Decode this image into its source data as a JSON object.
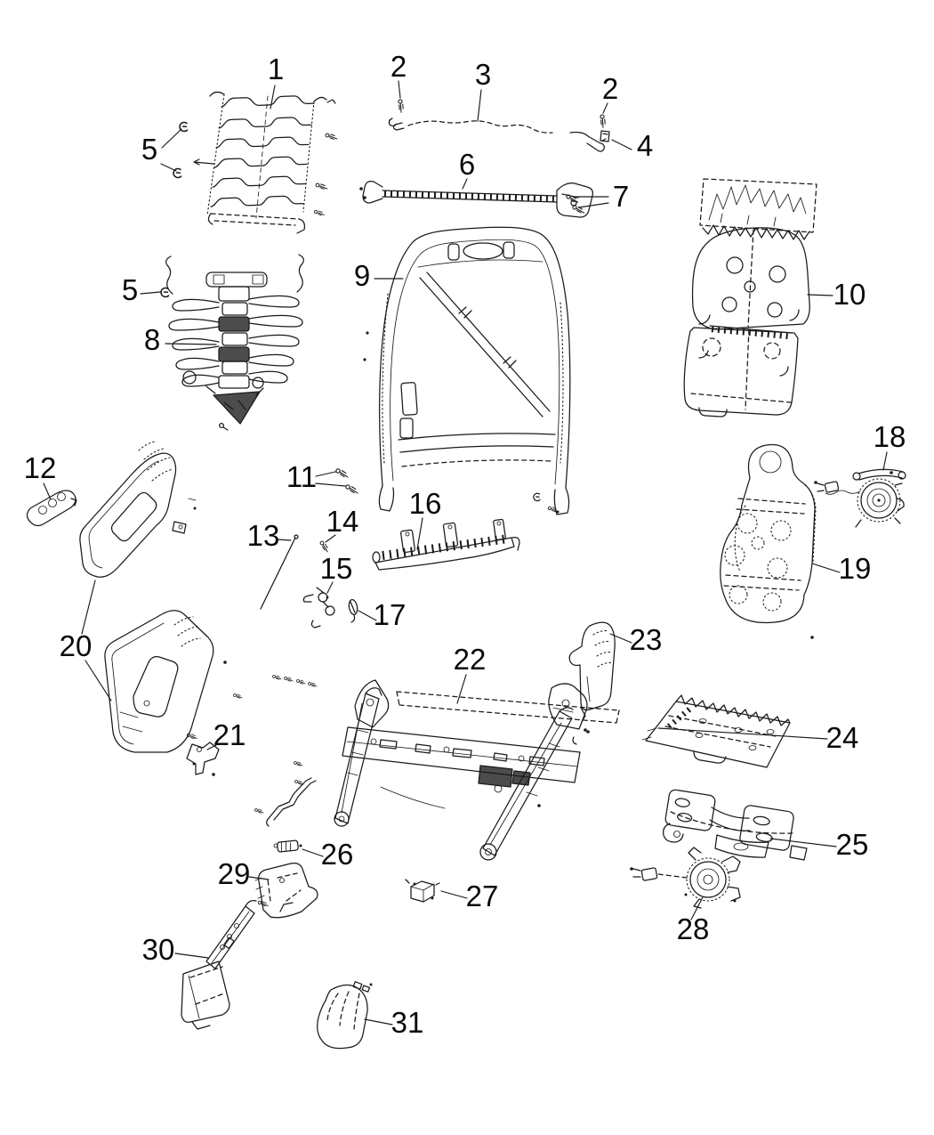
{
  "figure": {
    "kind": "exploded-parts-diagram",
    "colors": {
      "background": "#ffffff",
      "line": "#1a1a1a",
      "label": "#0a0a0a"
    }
  },
  "callouts": [
    {
      "label": "1"
    },
    {
      "label": "2"
    },
    {
      "label": "3"
    },
    {
      "label": "2"
    },
    {
      "label": "4"
    },
    {
      "label": "5"
    },
    {
      "label": "6"
    },
    {
      "label": "7"
    },
    {
      "label": "5"
    },
    {
      "label": "8"
    },
    {
      "label": "9"
    },
    {
      "label": "10"
    },
    {
      "label": "11"
    },
    {
      "label": "12"
    },
    {
      "label": "13"
    },
    {
      "label": "14"
    },
    {
      "label": "15"
    },
    {
      "label": "16"
    },
    {
      "label": "17"
    },
    {
      "label": "18"
    },
    {
      "label": "19"
    },
    {
      "label": "20"
    },
    {
      "label": "21"
    },
    {
      "label": "22"
    },
    {
      "label": "23"
    },
    {
      "label": "24"
    },
    {
      "label": "25"
    },
    {
      "label": "26"
    },
    {
      "label": "27"
    },
    {
      "label": "28"
    },
    {
      "label": "29"
    },
    {
      "label": "30"
    },
    {
      "label": "31"
    }
  ]
}
